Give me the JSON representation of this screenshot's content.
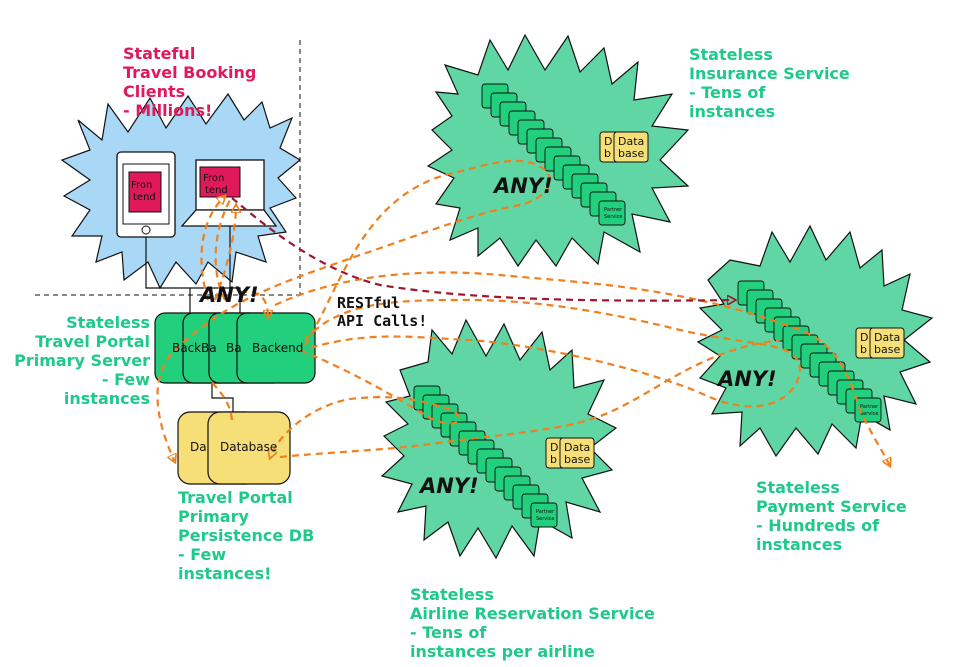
{
  "clients": {
    "label_lines": [
      "Stateful",
      "Travel Booking",
      "Clients",
      "- Millions!"
    ],
    "frontend_label_lines": [
      "Fron",
      "tend"
    ]
  },
  "portal_server": {
    "label_lines": [
      "Stateless",
      "Travel Portal",
      "Primary Server",
      "- Few",
      "instances"
    ],
    "backend_labels": [
      "Back",
      "Ba",
      "Ba",
      "Backend"
    ]
  },
  "portal_db": {
    "label_lines": [
      "Travel Portal",
      "Primary",
      "Persistence DB",
      "- Few",
      "instances!"
    ],
    "db_labels": [
      "Da",
      "Database"
    ]
  },
  "insurance": {
    "label_lines": [
      "Stateless",
      "Insurance Service",
      "- Tens of",
      "instances"
    ]
  },
  "payment": {
    "label_lines": [
      "Stateless",
      "Payment Service",
      "- Hundreds of",
      "instances"
    ]
  },
  "airline": {
    "label_lines": [
      "Stateless",
      "Airline Reservation Service",
      "- Tens of",
      "instances per airline"
    ]
  },
  "service_db": {
    "label_lines": [
      "Data",
      "base"
    ],
    "behind_lines": [
      "D",
      "b"
    ]
  },
  "partner_service": {
    "label_lines": [
      "Partner",
      "Service"
    ]
  },
  "any_label": "ANY!",
  "api_calls": {
    "label_lines": [
      "RESTful",
      "API Calls!"
    ]
  },
  "colors": {
    "service_fill": "#5fd6a3",
    "client_fill": "#a8d8f5",
    "box_green": "#22cf7c",
    "db_yellow": "#f7df78",
    "frontend_red": "#e0195a",
    "orange_arrow": "#f07f1e",
    "red_arrow": "#a01630",
    "label_green": "#1fc98a",
    "label_red": "#e0195a"
  }
}
